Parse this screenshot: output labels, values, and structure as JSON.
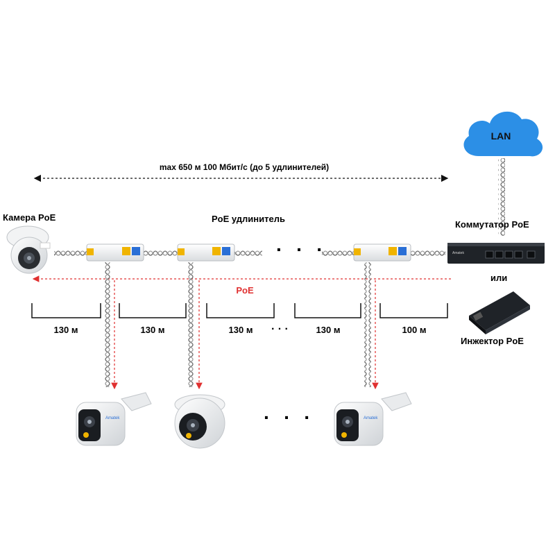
{
  "lan": {
    "label": "LAN",
    "color": "#2c8fe6"
  },
  "range": {
    "text": "max 650 м 100 Мбит/с (до 5 удлинителей)"
  },
  "labels": {
    "camera_poe": "Камера PoE",
    "extender": "PoE удлинитель",
    "switch": "Коммутатор PoE",
    "or": "или",
    "injector": "Инжектор PoE",
    "poe": "PoE"
  },
  "segments": [
    "130 м",
    "130 м",
    "130 м",
    "130 м",
    "100 м"
  ],
  "ellipsis": "· · ·",
  "colors": {
    "poe_line": "#e03030",
    "extender_port": "#f0b400",
    "extender_port2": "#2a6fd6",
    "device_dark": "#1f2328"
  },
  "switch_brand": "Amatek",
  "camera_brand": "Amatek"
}
